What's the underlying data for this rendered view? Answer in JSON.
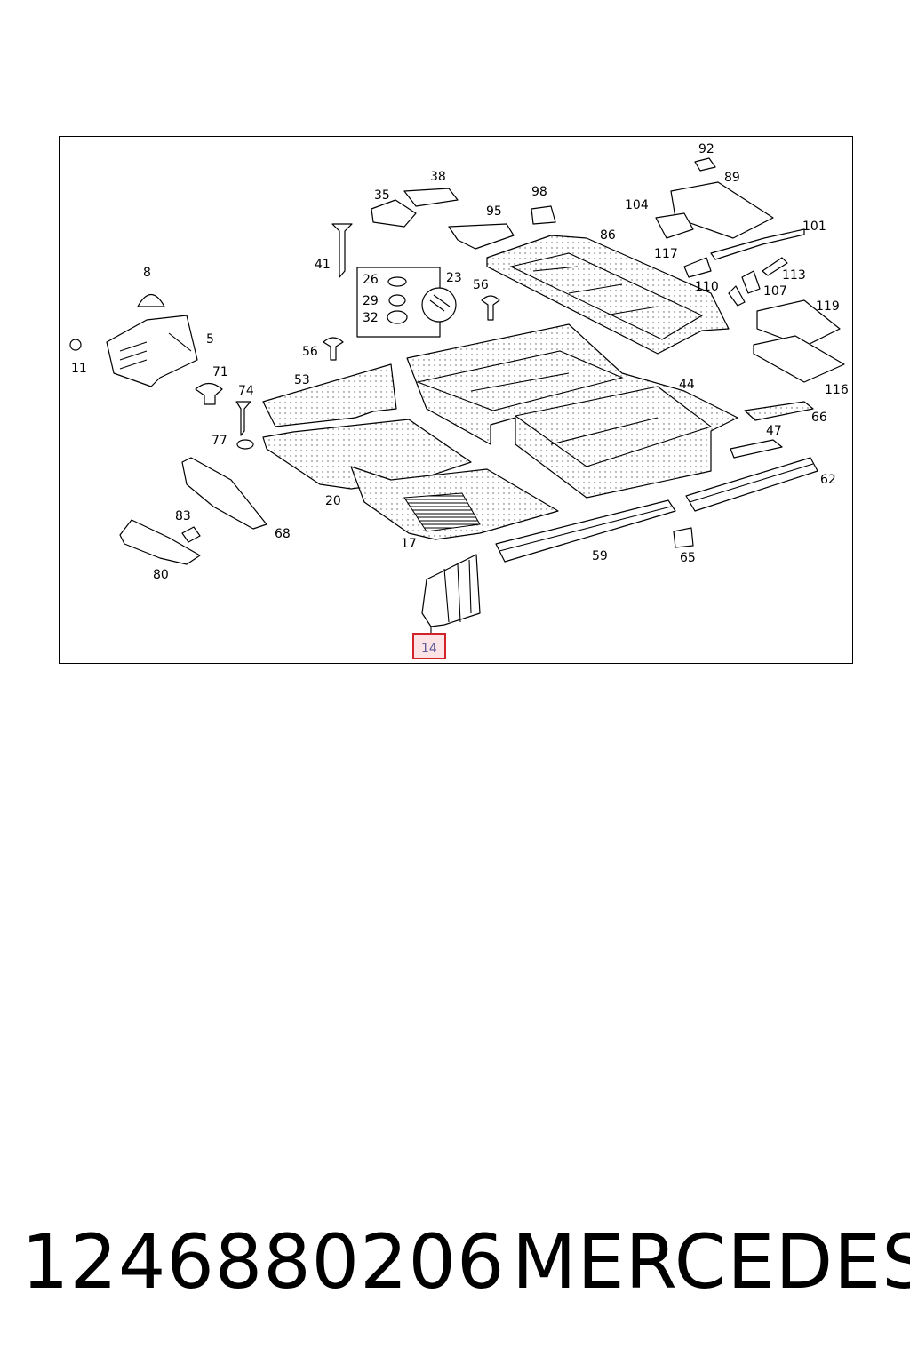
{
  "diagram": {
    "callouts": [
      {
        "id": "92",
        "label": "92"
      },
      {
        "id": "89",
        "label": "89"
      },
      {
        "id": "38",
        "label": "38"
      },
      {
        "id": "35",
        "label": "35"
      },
      {
        "id": "98",
        "label": "98"
      },
      {
        "id": "95",
        "label": "95"
      },
      {
        "id": "104",
        "label": "104"
      },
      {
        "id": "101",
        "label": "101"
      },
      {
        "id": "86",
        "label": "86"
      },
      {
        "id": "117",
        "label": "117"
      },
      {
        "id": "41",
        "label": "41"
      },
      {
        "id": "26",
        "label": "26"
      },
      {
        "id": "23",
        "label": "23"
      },
      {
        "id": "29",
        "label": "29"
      },
      {
        "id": "32",
        "label": "32"
      },
      {
        "id": "56a",
        "label": "56"
      },
      {
        "id": "113",
        "label": "113"
      },
      {
        "id": "110",
        "label": "110"
      },
      {
        "id": "107",
        "label": "107"
      },
      {
        "id": "119",
        "label": "119"
      },
      {
        "id": "8",
        "label": "8"
      },
      {
        "id": "5",
        "label": "5"
      },
      {
        "id": "11",
        "label": "11"
      },
      {
        "id": "71",
        "label": "71"
      },
      {
        "id": "56b",
        "label": "56"
      },
      {
        "id": "53",
        "label": "53"
      },
      {
        "id": "74",
        "label": "74"
      },
      {
        "id": "44",
        "label": "44"
      },
      {
        "id": "116",
        "label": "116"
      },
      {
        "id": "66",
        "label": "66"
      },
      {
        "id": "77",
        "label": "77"
      },
      {
        "id": "47",
        "label": "47"
      },
      {
        "id": "20",
        "label": "20"
      },
      {
        "id": "62",
        "label": "62"
      },
      {
        "id": "68",
        "label": "68"
      },
      {
        "id": "83",
        "label": "83"
      },
      {
        "id": "17",
        "label": "17"
      },
      {
        "id": "59",
        "label": "59"
      },
      {
        "id": "65",
        "label": "65"
      },
      {
        "id": "80",
        "label": "80"
      }
    ],
    "highlighted": {
      "label": "14",
      "color": "#d2232a"
    }
  },
  "footer": {
    "part_number": "1246880206",
    "brand": "MERCEDES"
  }
}
